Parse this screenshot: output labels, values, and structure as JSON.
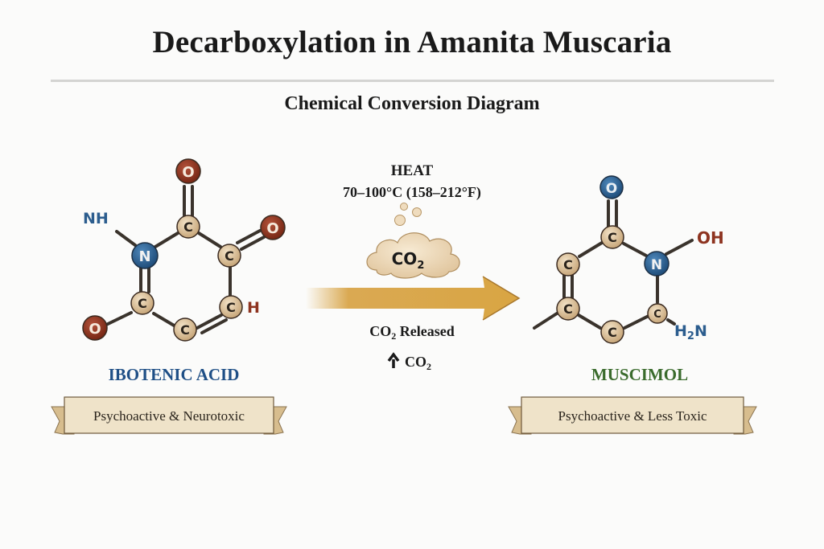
{
  "title": "Decarboxylation in Amanita Muscaria",
  "subtitle": "Chemical Conversion Diagram",
  "reaction": {
    "condition_label": "HEAT",
    "temperature": "70–100°C (158–212°F)",
    "cloud_label": "CO",
    "cloud_subscript": "2",
    "released_label_prefix": "CO",
    "released_label_sub": "2",
    "released_label_suffix": " Released",
    "arrow_co2_prefix": "CO",
    "arrow_co2_sub": "2",
    "colors": {
      "arrow": "#d9a543",
      "cloud": "#efdcbe"
    }
  },
  "reactant": {
    "name": "IBOTENIC ACID",
    "description": "Psychoactive & Neurotoxic",
    "name_color": "#1f4f86",
    "labels": {
      "nh": "NH",
      "h": "H",
      "n": "N",
      "c": "C",
      "o": "O"
    }
  },
  "product": {
    "name": "MUSCIMOL",
    "description": "Psychoactive & Less Toxic",
    "name_color": "#3a6b2c",
    "labels": {
      "oh": "OH",
      "h2n_h": "H",
      "h2n_sub": "2",
      "h2n_n": "N",
      "n": "N",
      "c": "C",
      "o": "O"
    }
  },
  "colors": {
    "carbon": "#d8bf97",
    "nitrogen": "#2f6596",
    "oxygen_red": "#8e3420",
    "oxygen_blue": "#2f6596",
    "bond": "#3a332c",
    "banner": "#efe3c9"
  }
}
